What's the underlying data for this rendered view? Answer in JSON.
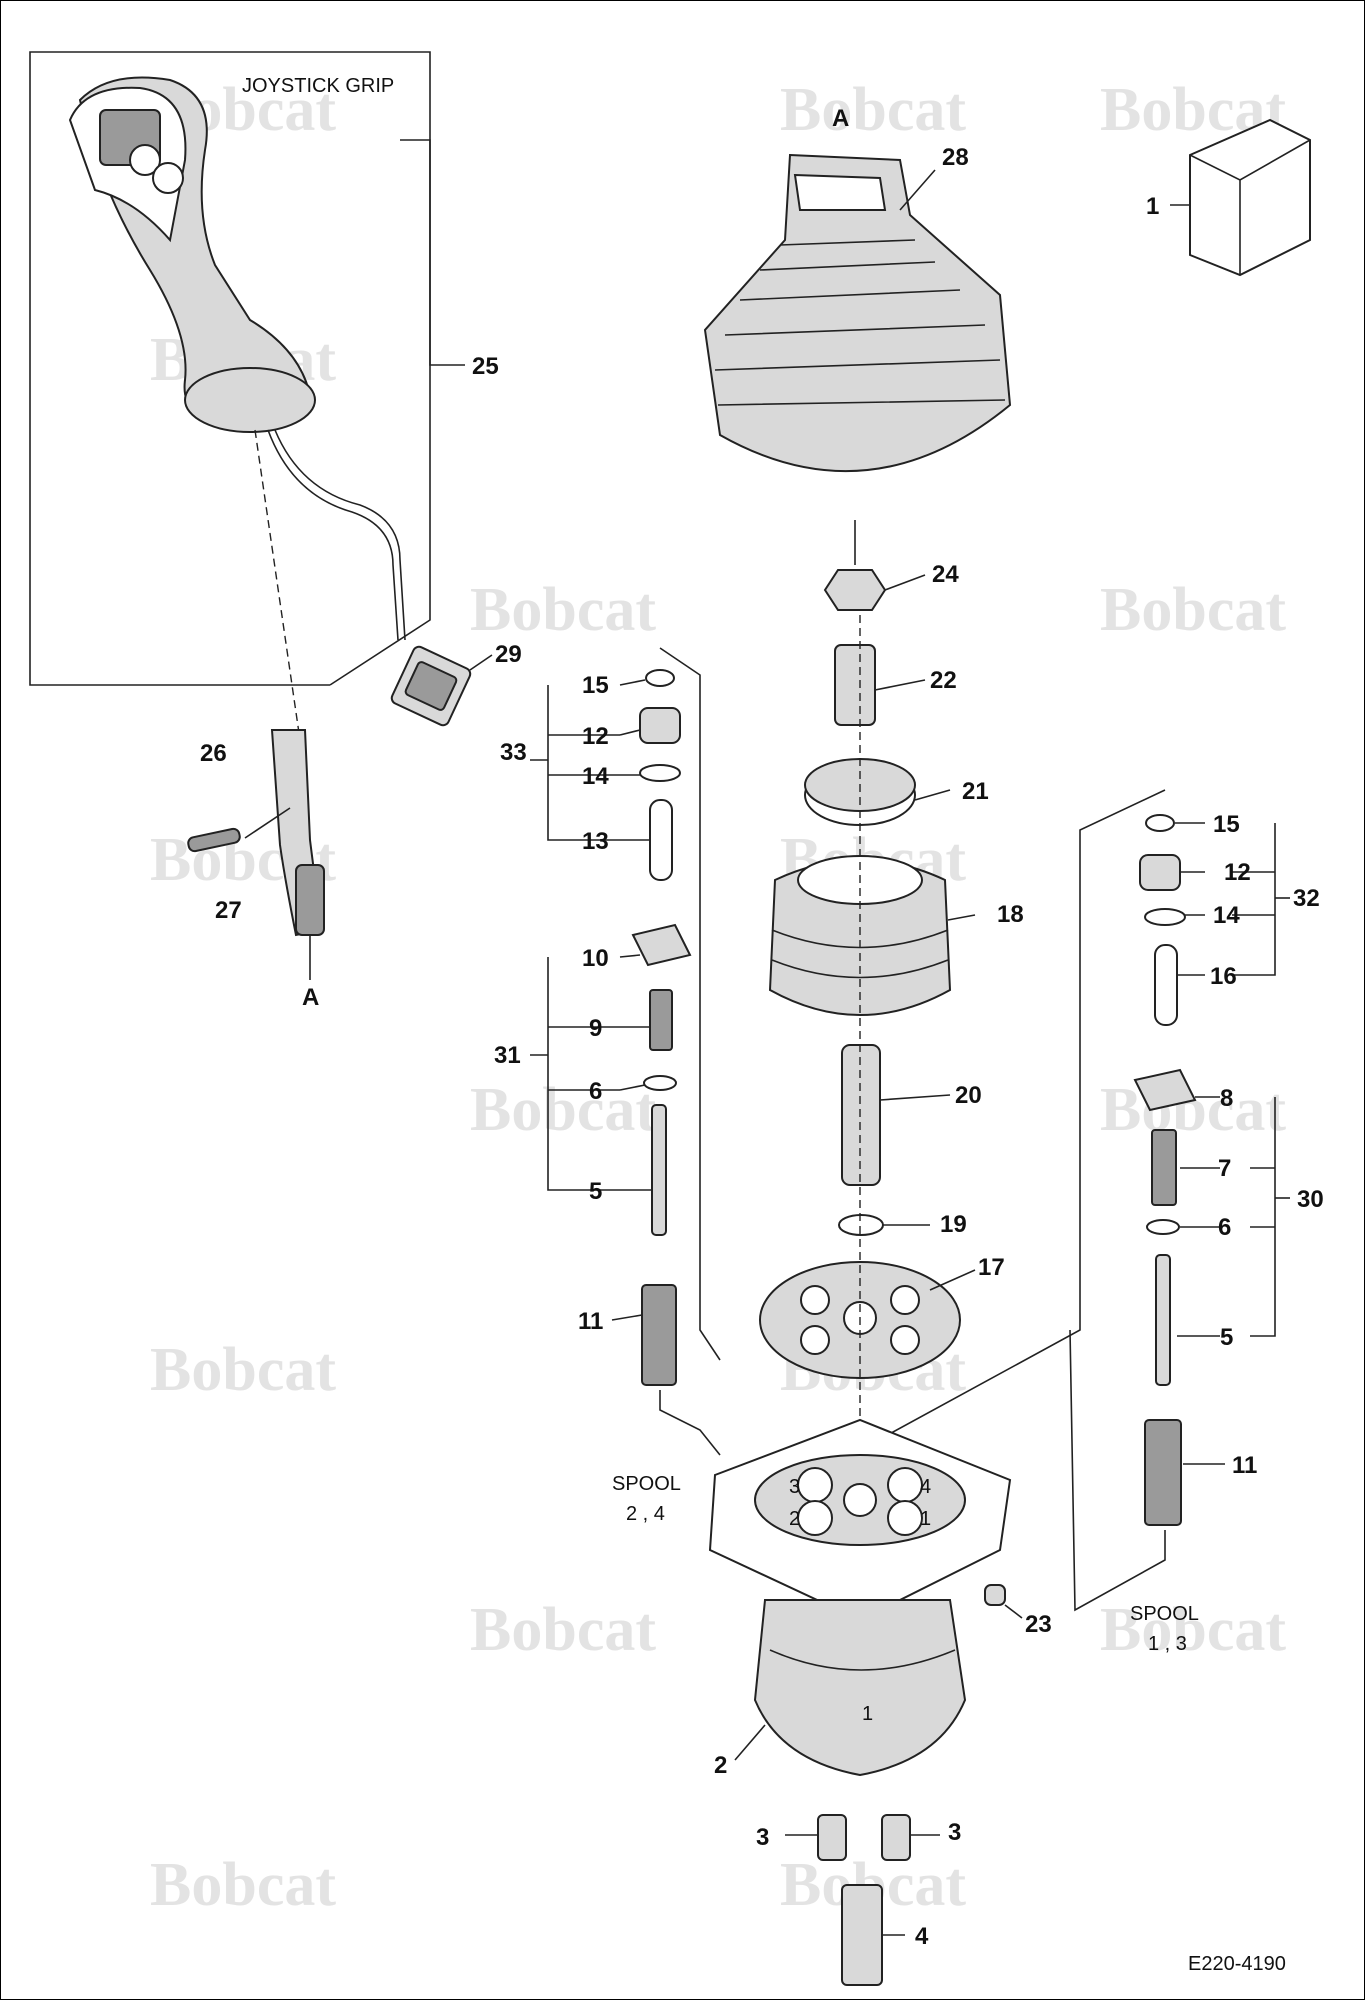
{
  "diagram": {
    "watermark": "Bobcat",
    "inset_title": "JOYSTICK GRIP",
    "reference_code": "E220-4190",
    "spool_labels": [
      {
        "title": "SPOOL",
        "numbers": "2 , 4"
      },
      {
        "title": "SPOOL",
        "numbers": "1 , 3"
      }
    ],
    "port_numbers": [
      "3",
      "4",
      "2",
      "1"
    ],
    "body_mark": "1",
    "section_marks": [
      "A",
      "A"
    ],
    "callouts": [
      "28",
      "1",
      "25",
      "24",
      "29",
      "22",
      "15",
      "12",
      "33",
      "14",
      "21",
      "26",
      "13",
      "27",
      "18",
      "10",
      "9",
      "31",
      "6",
      "5",
      "20",
      "19",
      "11",
      "17",
      "15",
      "12",
      "32",
      "14",
      "16",
      "8",
      "7",
      "30",
      "6",
      "5",
      "11",
      "23",
      "2",
      "3",
      "3",
      "4"
    ]
  }
}
